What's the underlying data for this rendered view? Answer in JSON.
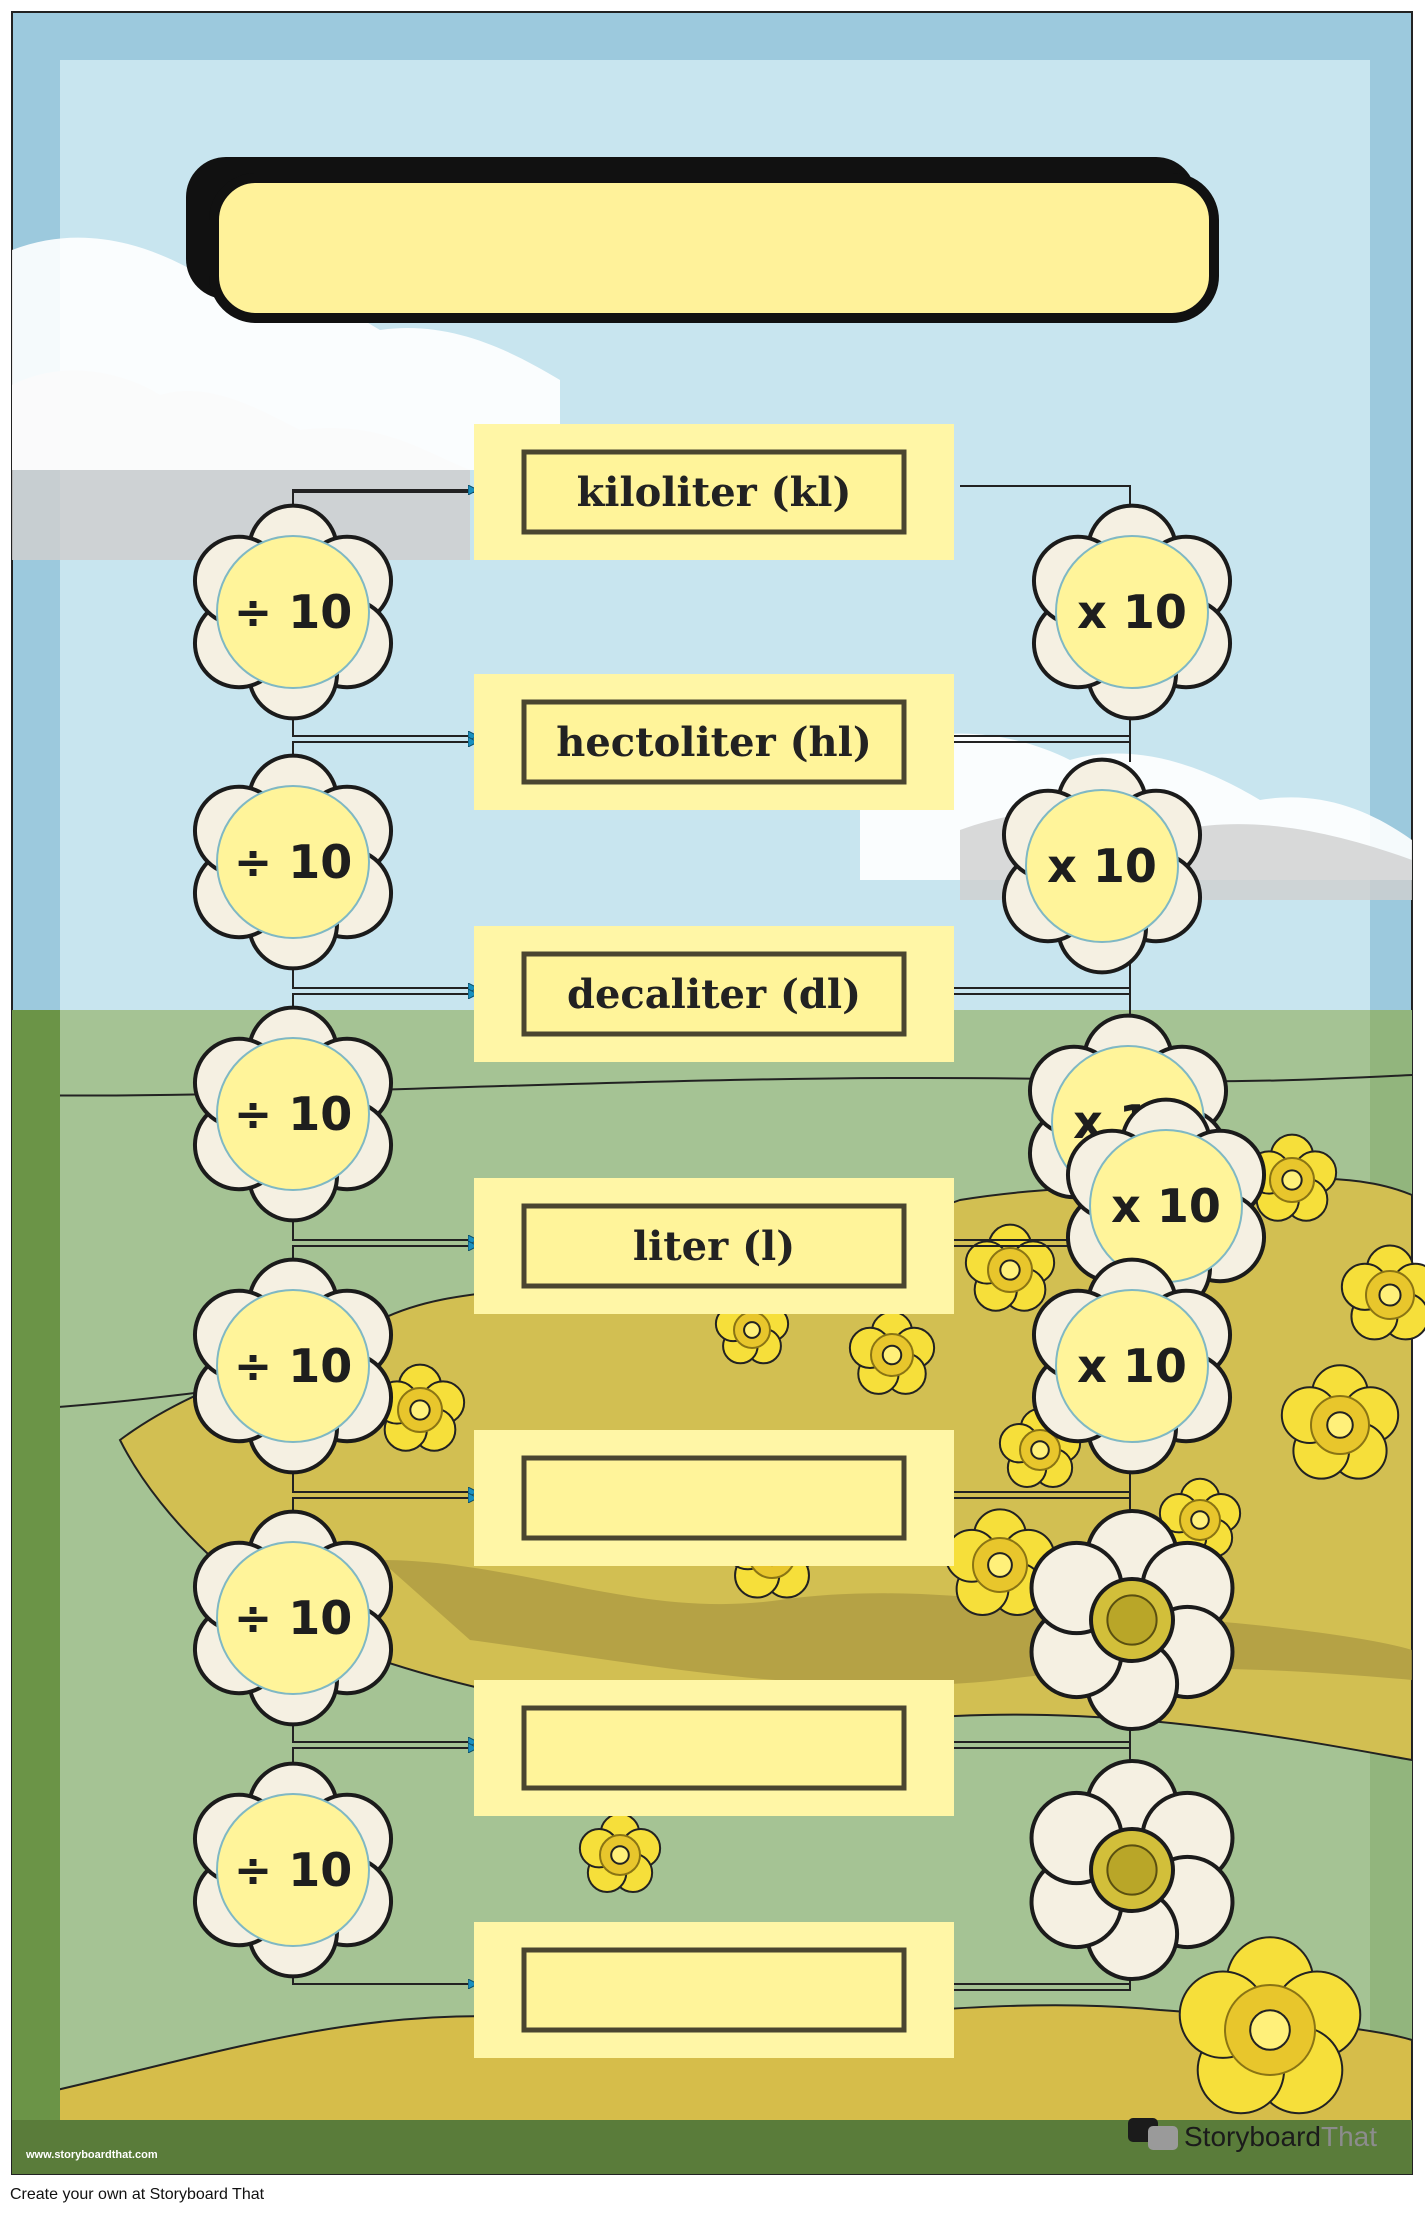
{
  "colors": {
    "sky": "#c6e4ee",
    "sky_dark": "#a9d3e5",
    "field": "#8fb07a",
    "field_dark": "#6f9950",
    "gold": "#d4bd4c",
    "box_fill": "#fff59e",
    "box_outer": "#fff9b8",
    "petal": "#f6f1e4",
    "stroke": "#1b1b1b"
  },
  "title_banner": {
    "text": ""
  },
  "units": [
    {
      "label": "kiloliter (kl)"
    },
    {
      "label": "hectoliter (hl)"
    },
    {
      "label": "decaliter (dl)"
    },
    {
      "label": "liter (l)"
    },
    {
      "label": ""
    },
    {
      "label": ""
    },
    {
      "label": ""
    }
  ],
  "left_ops": [
    "÷ 10",
    "÷ 10",
    "÷ 10",
    "÷ 10",
    "÷ 10",
    "÷ 10"
  ],
  "right_ops": [
    "x 10",
    "x 10",
    "x 10",
    "x 10",
    "x 10"
  ],
  "right_flowers_blank": 2,
  "footer": {
    "url": "www.storyboardthat.com",
    "brand_a": "Storyboard",
    "brand_b": "That",
    "credit": "Create your own at Storyboard That"
  }
}
